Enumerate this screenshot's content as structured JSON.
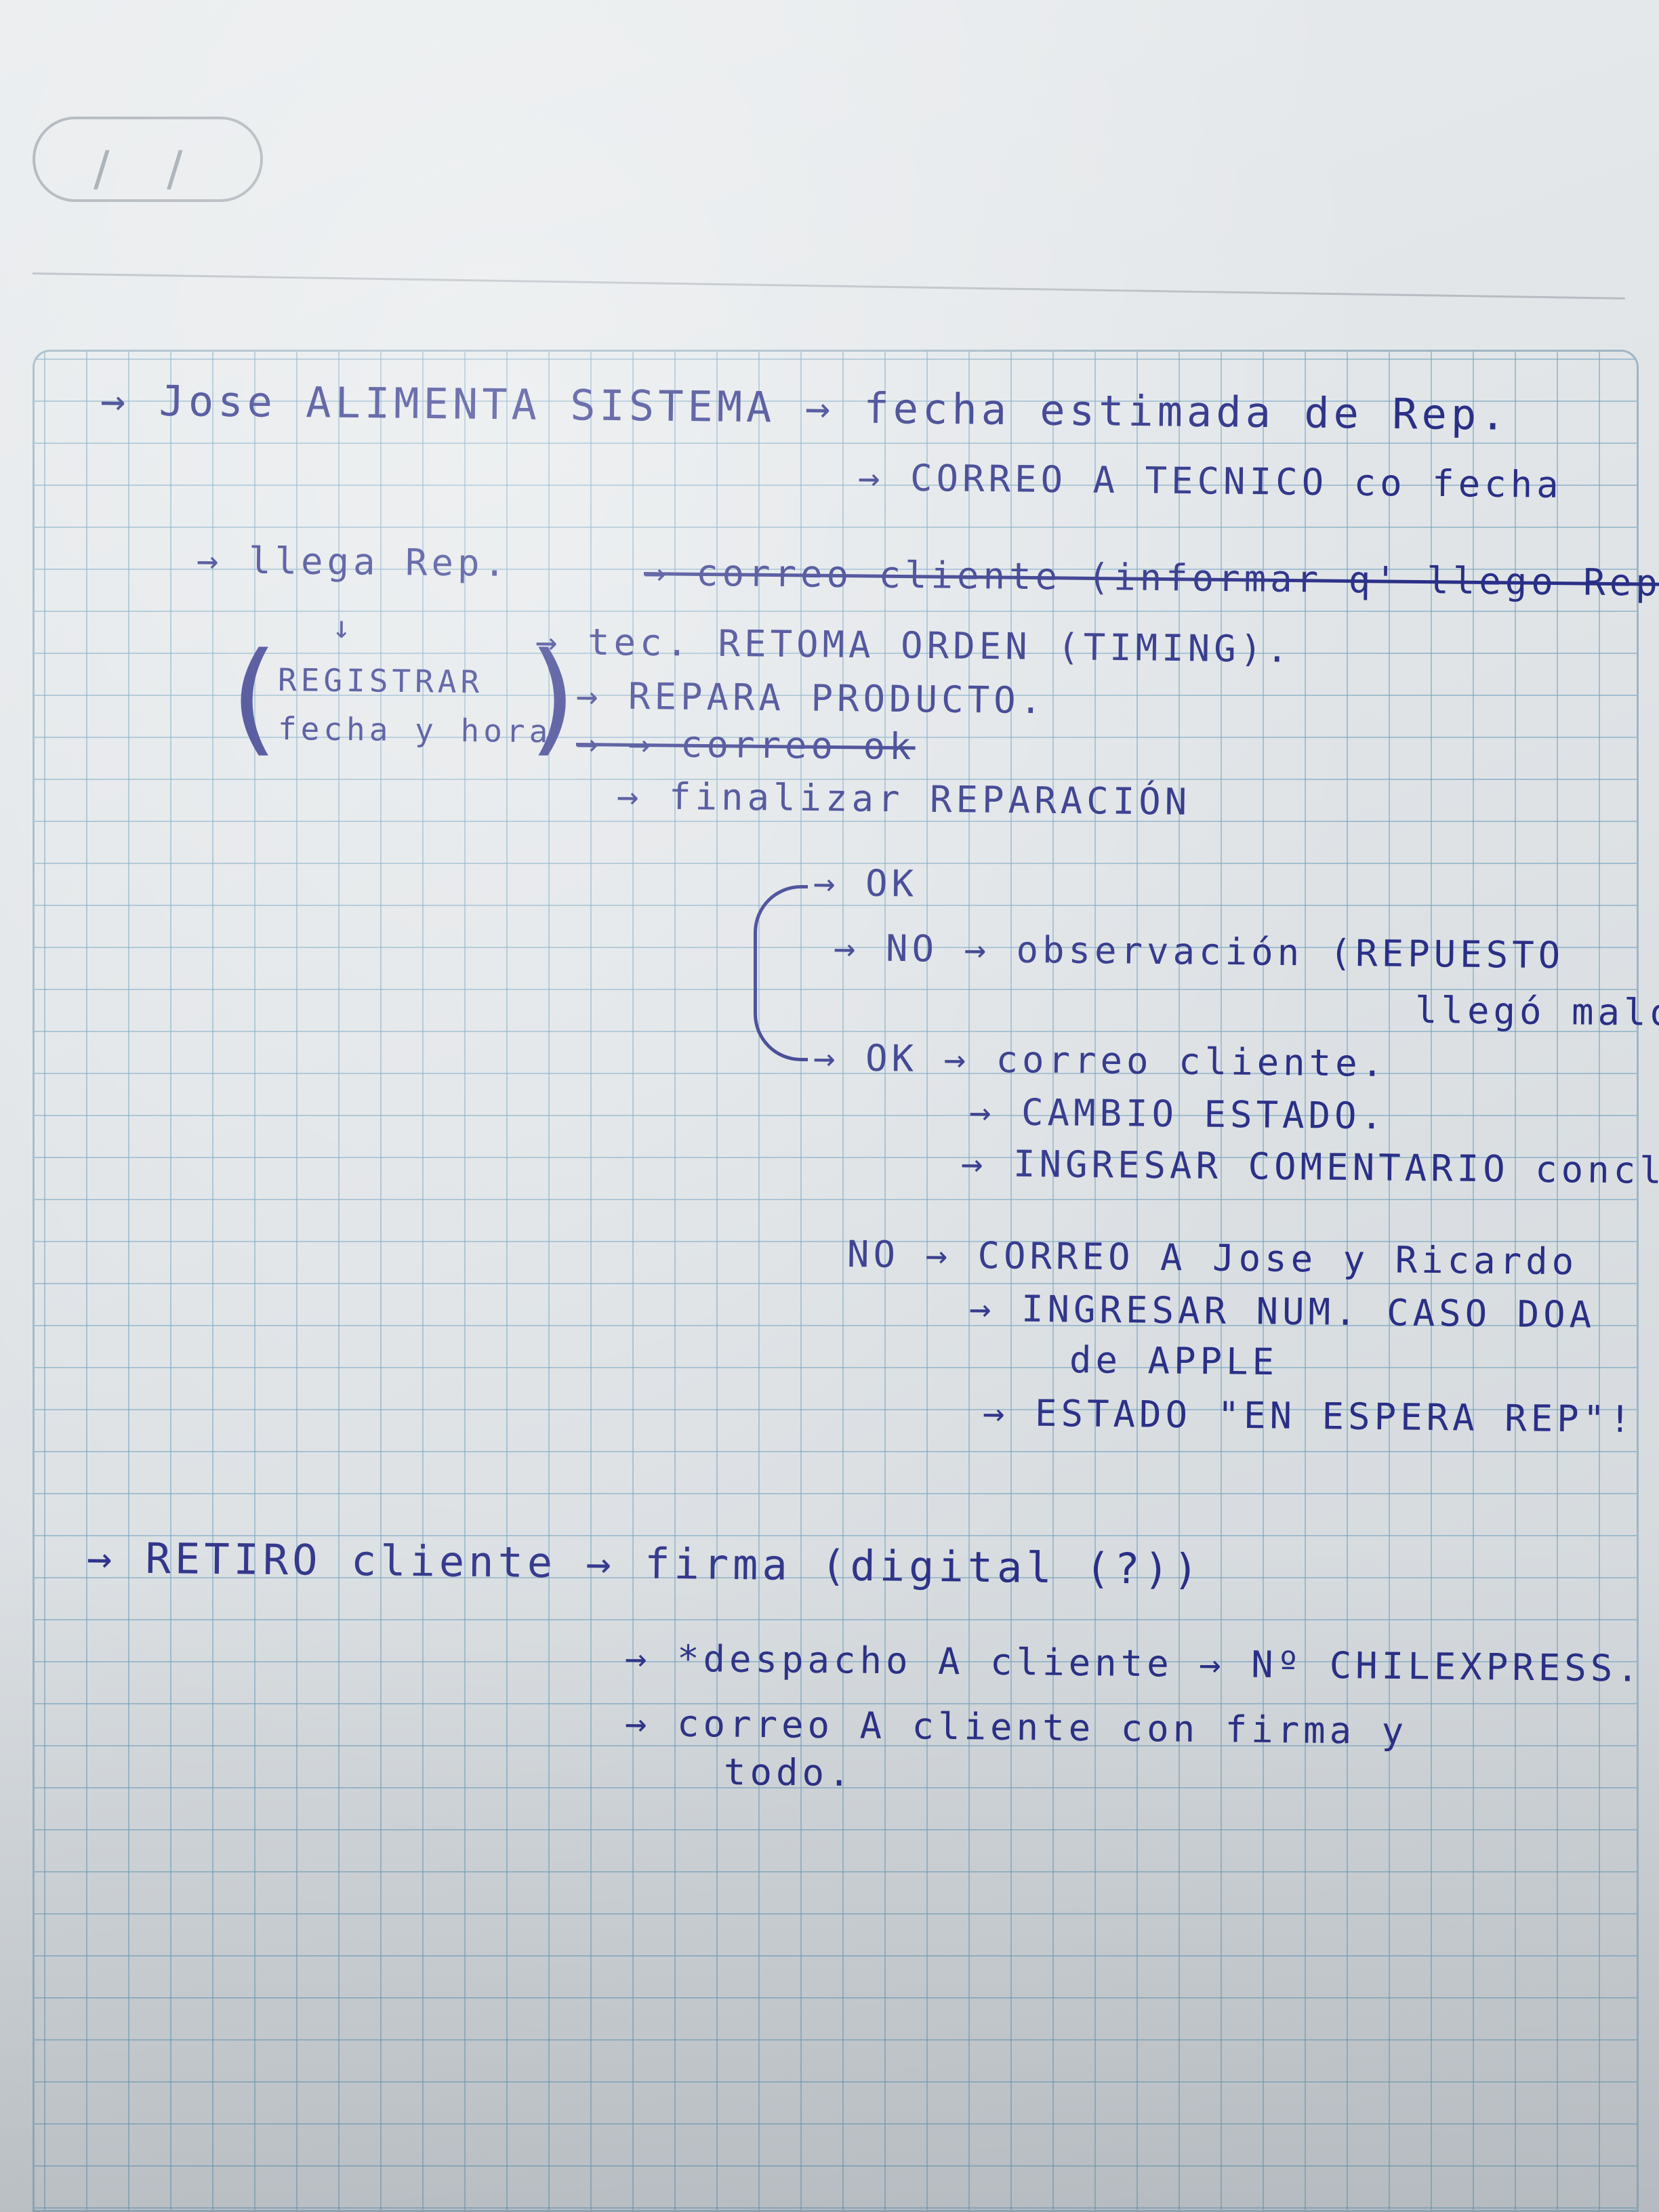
{
  "page": {
    "date_sep_1": "/",
    "date_sep_2": "/"
  },
  "marks": {
    "paren_open": "(",
    "paren_close": ")"
  },
  "side_note": {
    "line_1": "REGISTRAR",
    "line_2": "fecha y hora"
  },
  "lines": [
    "→ Jose ALIMENTA SISTEMA → fecha estimada de Rep.",
    "→ CORREO A TECNICO co fecha",
    "→ llega Rep.",
    "→ correo cliente (informar q' llego Rep",
    "↓",
    "→ tec. RETOMA ORDEN (TIMING).",
    "→ REPARA PRODUCTO.",
    "→ → correo ok",
    "→ finalizar REPARACIÓN",
    "→ OK",
    "→ NO → observación (REPUESTO",
    "llegó malo)",
    "→ OK → correo cliente.",
    "→ CAMBIO ESTADO.",
    "→ INGRESAR COMENTARIO concl.",
    "NO → CORREO A Jose y Ricardo",
    "→ INGRESAR NUM. CASO DOA",
    "de APPLE",
    "→ ESTADO \"EN ESPERA REP\"!",
    "→ RETIRO cliente → firma (digital (?))",
    "→ *despacho A cliente → Nº CHILEXPRESS.",
    "→ correo A cliente con firma y",
    "todo."
  ]
}
